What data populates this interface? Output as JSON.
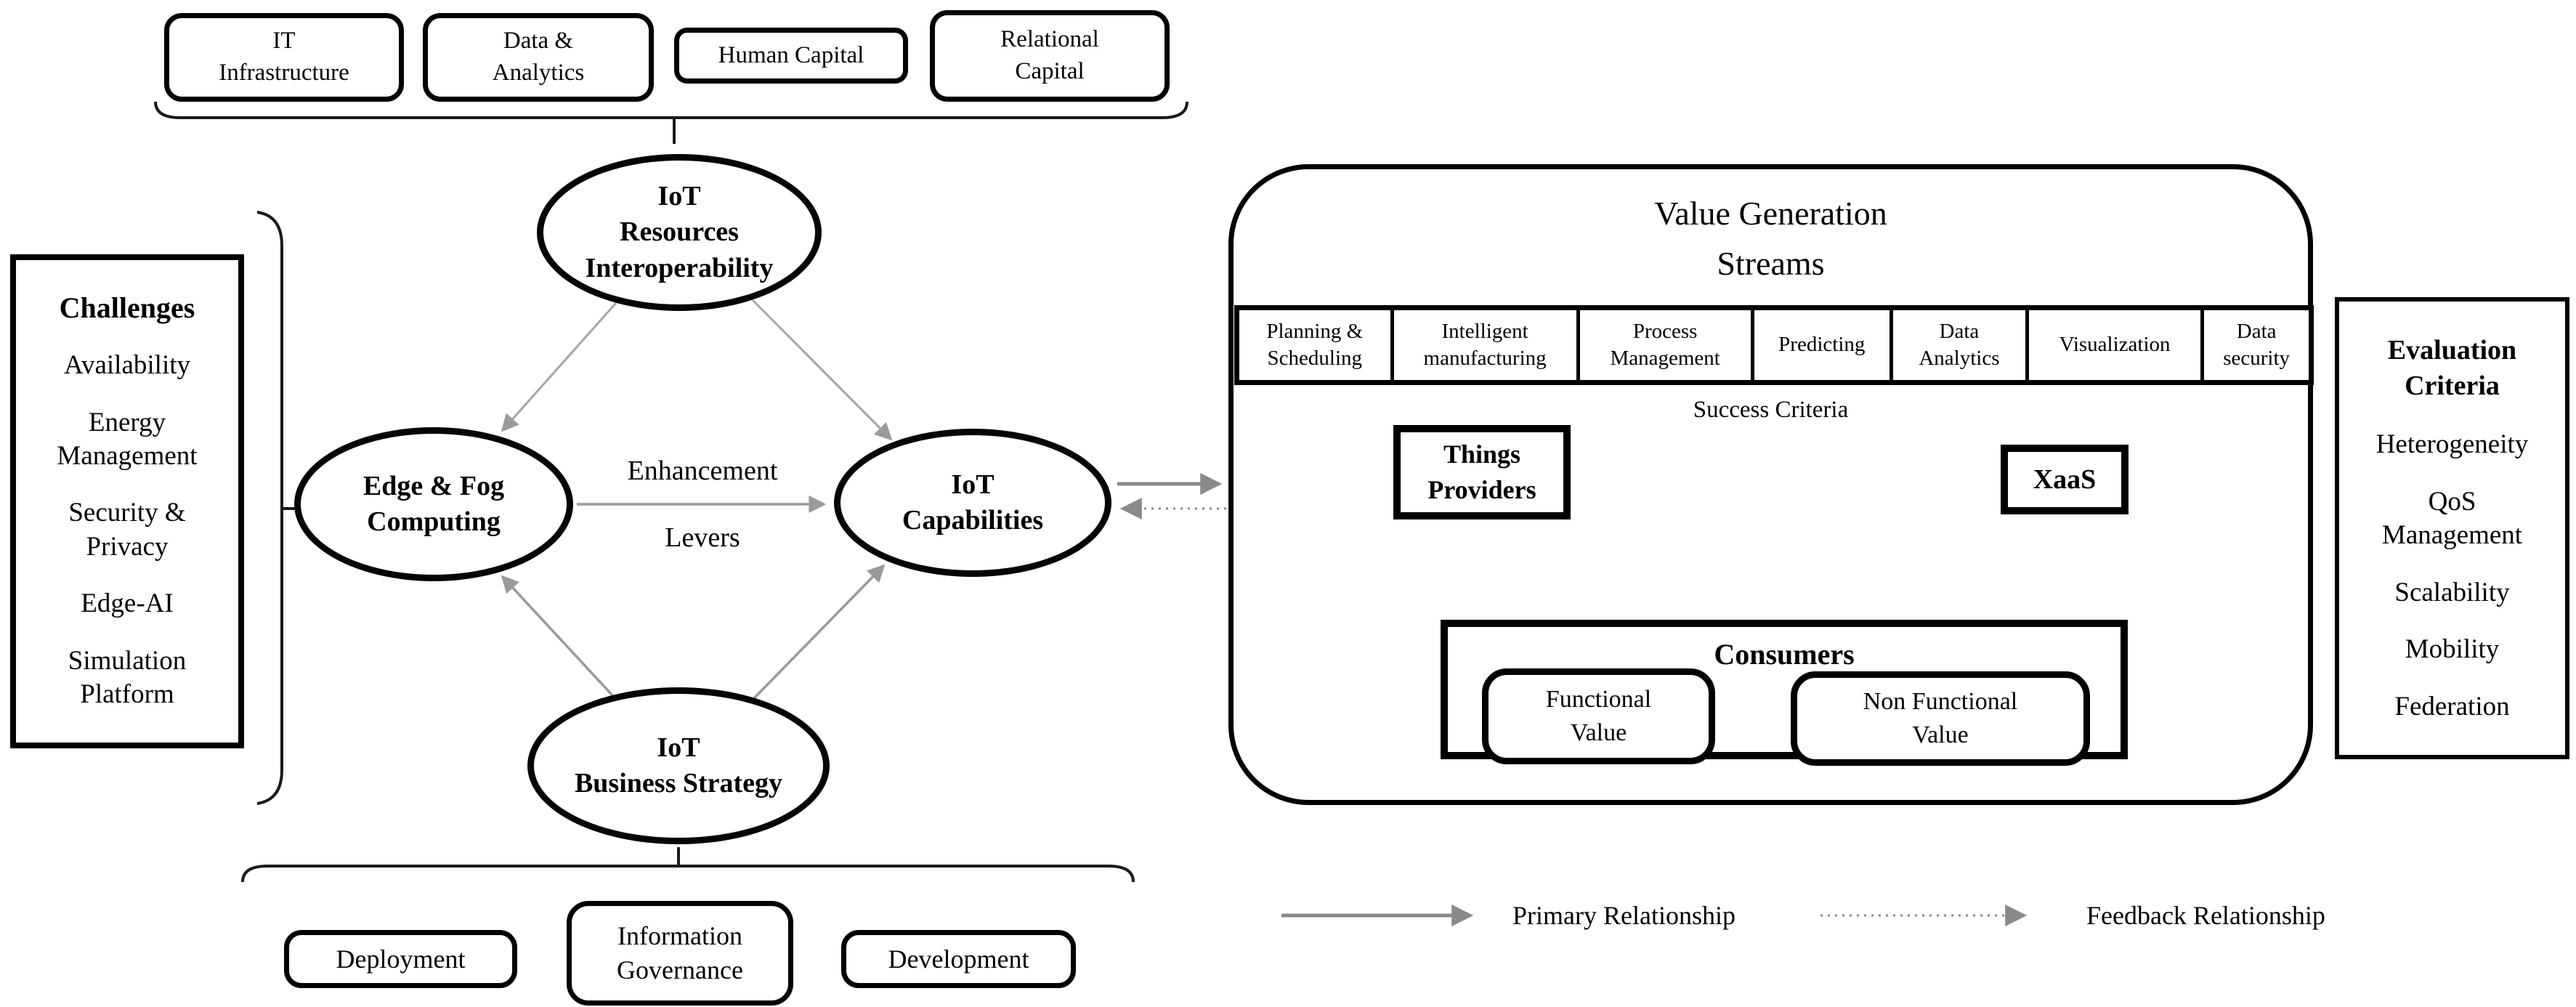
{
  "colors": {
    "outline": "#000000",
    "primary_arrow": "#8a8a8a",
    "feedback_arrow": "#8a8a8a",
    "light_arrow": "#a5a5a5"
  },
  "capitals": {
    "boxes": [
      [
        "IT",
        "Infrastructure"
      ],
      [
        "Data &",
        "Analytics"
      ],
      [
        "Human Capital"
      ],
      [
        "Relational",
        "Capital"
      ]
    ]
  },
  "challenges": {
    "title": "Challenges",
    "items": [
      "Availability",
      "Energy Management",
      "Security & Privacy",
      "Edge-AI",
      "Simulation Platform"
    ]
  },
  "ellipses": {
    "resources": [
      "IoT",
      "Resources",
      "Interoperability"
    ],
    "edge_fog": [
      "Edge & Fog",
      "Computing"
    ],
    "capabilities": [
      "IoT",
      "Capabilities"
    ],
    "business": [
      "IoT",
      "Business Strategy"
    ]
  },
  "enhancement": [
    "Enhancement",
    "Levers"
  ],
  "value_generation": {
    "title": [
      "Value Generation",
      "Streams"
    ],
    "streams": [
      "Planning & Scheduling",
      "Intelligent manufacturing",
      "Process Management",
      "Predicting",
      "Data Analytics",
      "Visualization",
      "Data security"
    ],
    "success": "Success Criteria",
    "things_providers": [
      "Things",
      "Providers"
    ],
    "xaas": "XaaS",
    "consumers": "Consumers",
    "functional": [
      "Functional",
      "Value"
    ],
    "non_functional": [
      "Non Functional",
      "Value"
    ]
  },
  "evaluation": {
    "title": [
      "Evaluation",
      "Criteria"
    ],
    "items": [
      "Heterogeneity",
      "QoS Management",
      "Scalability",
      "Mobility",
      "Federation"
    ]
  },
  "governance": [
    "Deployment",
    "Information Governance",
    "Development"
  ],
  "legend": {
    "primary": "Primary Relationship",
    "feedback": "Feedback Relationship"
  }
}
